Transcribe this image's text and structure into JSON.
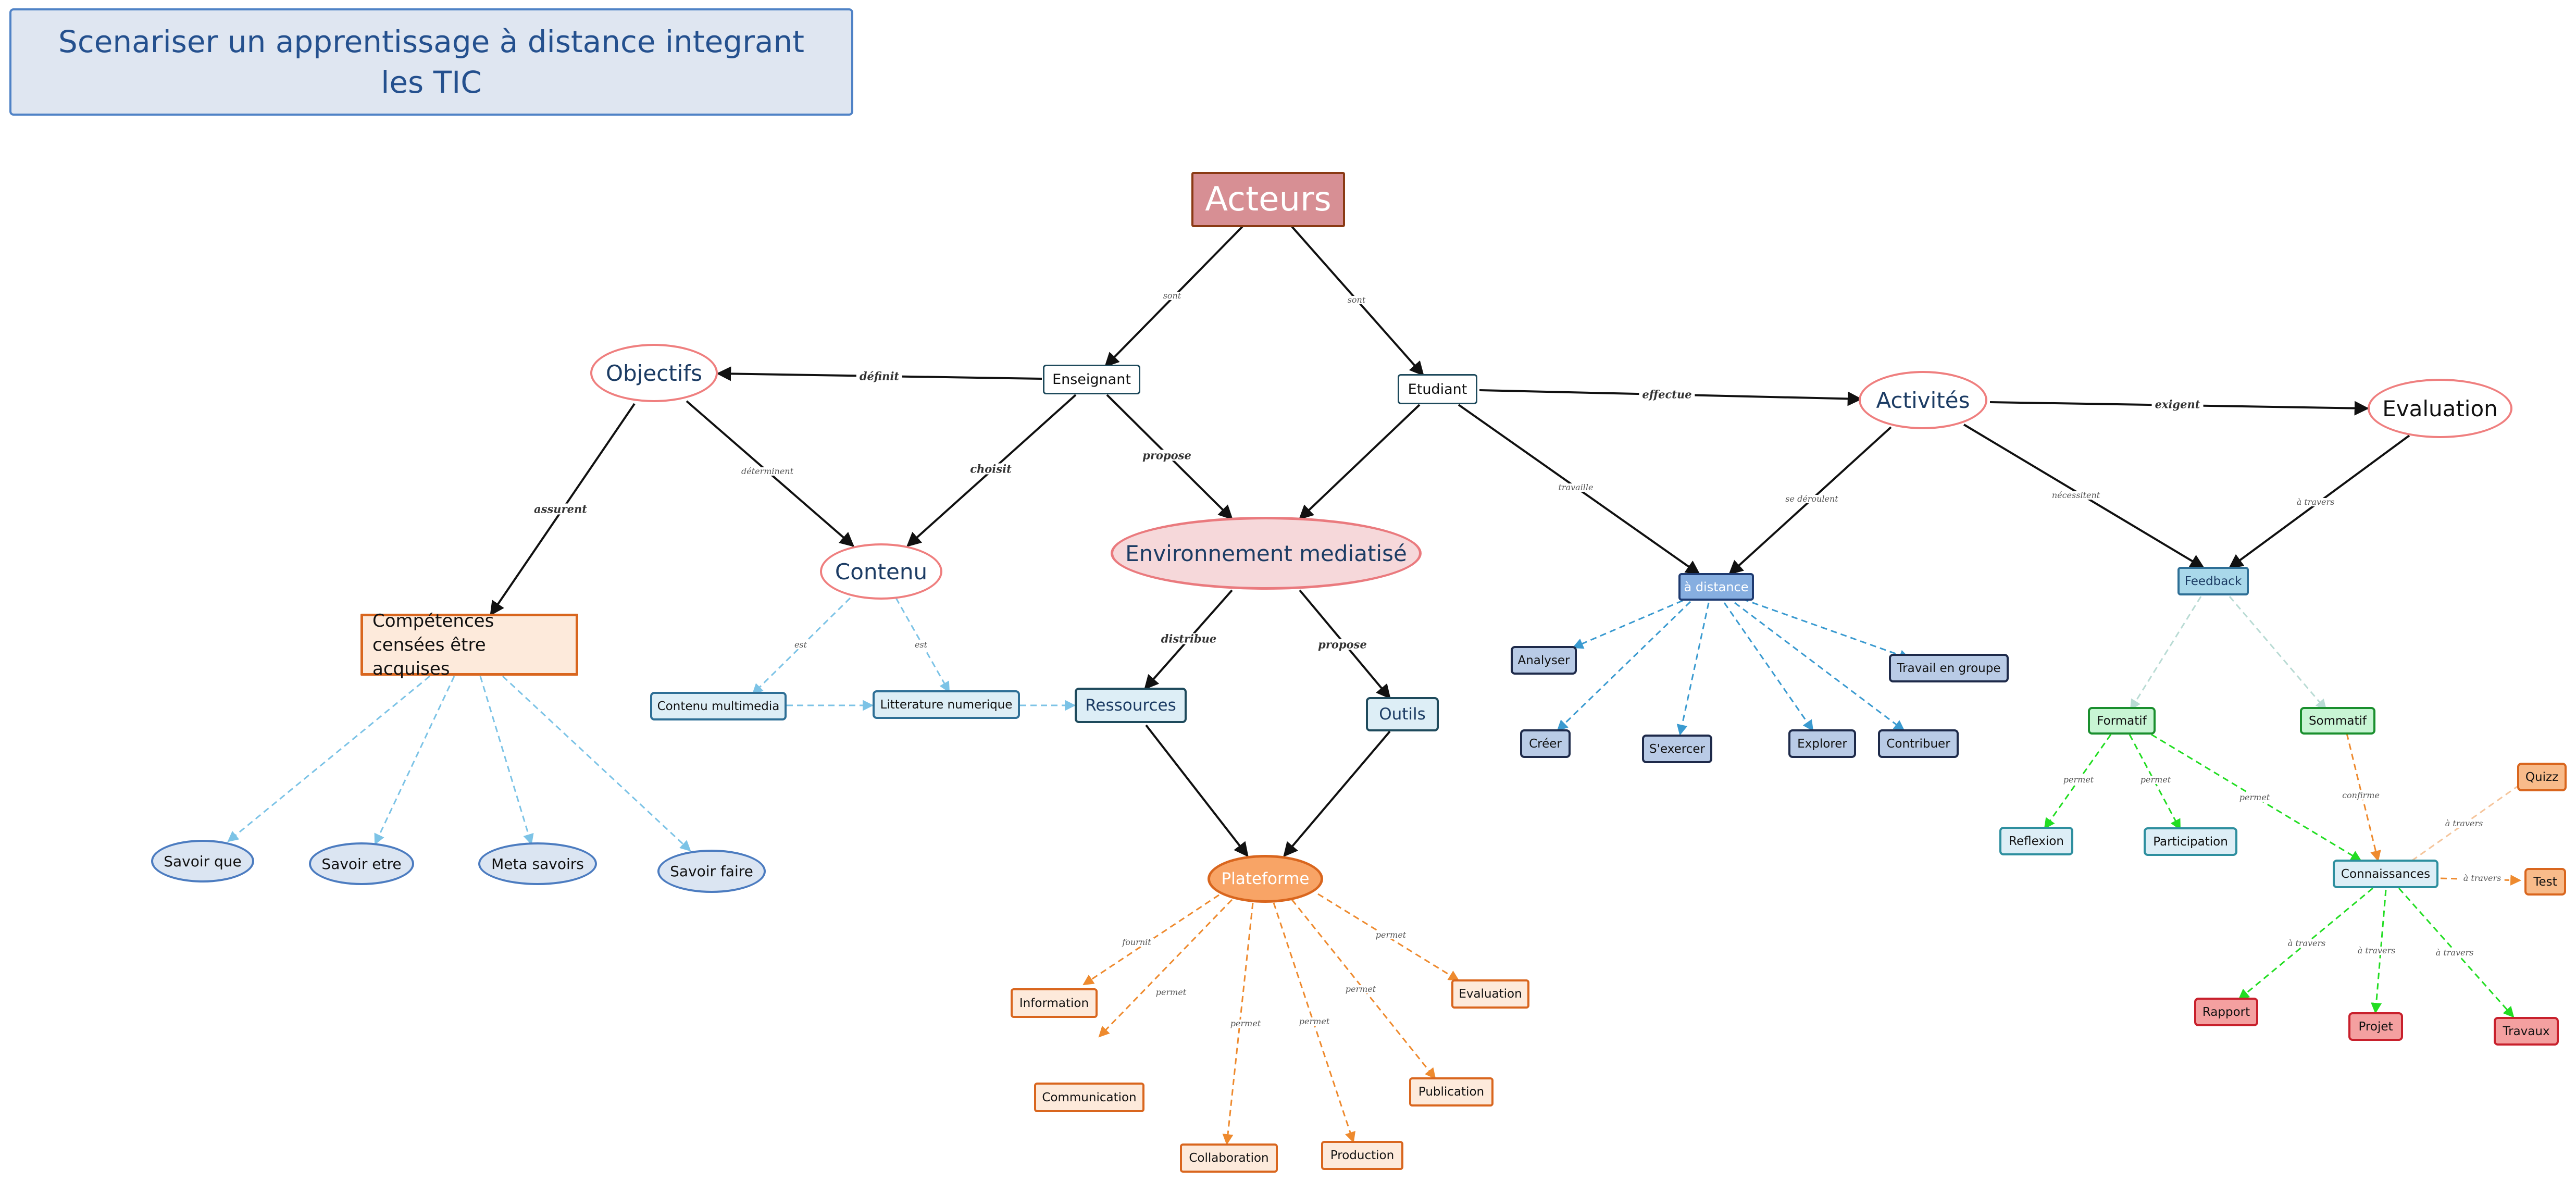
{
  "title": "Scenariser un apprentissage à distance integrant les TIC",
  "colors": {
    "black_edge": "#111111",
    "blue_dashed": "#3a9ad0",
    "light_blue_dashed": "#7cc3e6",
    "orange_dashed": "#ee8a2e",
    "green_dashed": "#22dd22",
    "pale_dashed": "#b9dbd4"
  },
  "nodes": {
    "acteurs": "Acteurs",
    "enseignant": "Enseignant",
    "etudiant": "Etudiant",
    "objectifs": "Objectifs",
    "contenu": "Contenu",
    "environnement": "Environnement mediatisé",
    "activites": "Activités",
    "evaluation": "Evaluation",
    "competences": "Compétences censées être  acquises",
    "savoir_que": "Savoir que",
    "savoir_etre": "Savoir etre",
    "meta_savoirs": "Meta savoirs",
    "savoir_faire": "Savoir faire",
    "contenu_multimedia": "Contenu multimedia",
    "litterature": "Litterature numerique",
    "ressources": "Ressources",
    "outils": "Outils",
    "plateforme": "Plateforme",
    "information": "Information",
    "communication": "Communication",
    "collaboration": "Collaboration",
    "production": "Production",
    "publication": "Publication",
    "evaluation_box": "Evaluation",
    "a_distance": "à distance",
    "analyser": "Analyser",
    "creer": "Créer",
    "sexercer": "S'exercer",
    "explorer": "Explorer",
    "contribuer": "Contribuer",
    "travail_groupe": "Travail en groupe",
    "feedback": "Feedback",
    "formatif": "Formatif",
    "sommatif": "Sommatif",
    "reflexion": "Reflexion",
    "participation": "Participation",
    "connaissances": "Connaissances",
    "quizz": "Quizz",
    "test": "Test",
    "rapport": "Rapport",
    "projet": "Projet",
    "travaux": "Travaux"
  },
  "edge_labels": {
    "sont_1": "sont",
    "sont_2": "sont",
    "definit": "définit",
    "choisit": "choisit",
    "propose_1": "propose",
    "effectue": "effectue",
    "exigent": "exigent",
    "assurent": "assurent",
    "determinent": "déterminent",
    "travaille": "travaille",
    "se_deroulent": "se déroulent",
    "necessitent": "nécessitent",
    "a_travers_eval": "à travers",
    "est_1": "est",
    "est_2": "est",
    "distribue": "distribue",
    "propose_2": "propose",
    "fournit": "fournit",
    "permet_comm": "permet",
    "permet_collab": "permet",
    "permet_prod": "permet",
    "permet_pub": "permet",
    "permet_eval": "permet",
    "permet_refl": "permet",
    "permet_part": "permet",
    "permet_conn": "permet",
    "confirme": "confirme",
    "a_travers_quizz": "à travers",
    "a_travers_test": "à travers",
    "a_travers_rapport": "à travers",
    "a_travers_projet": "à travers",
    "a_travers_travaux": "à travers"
  }
}
